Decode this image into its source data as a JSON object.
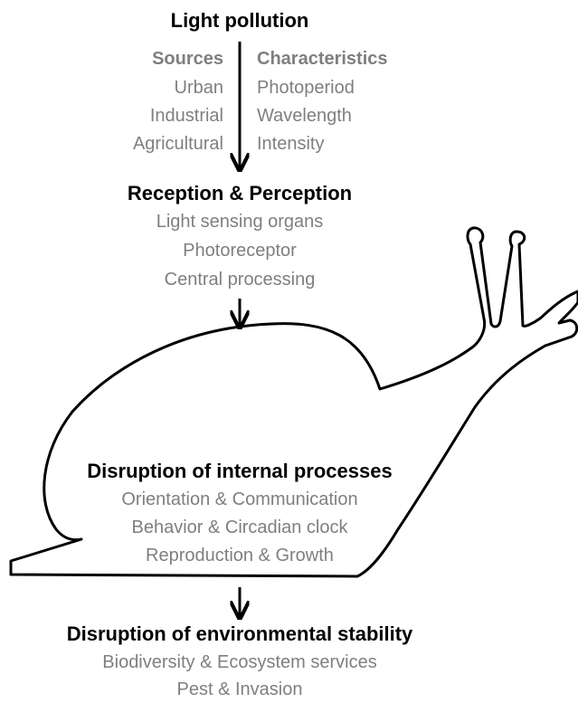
{
  "light_pollution": {
    "title": "Light pollution",
    "sources": {
      "heading": "Sources",
      "items": [
        "Urban",
        "Industrial",
        "Agricultural"
      ]
    },
    "characteristics": {
      "heading": "Characteristics",
      "items": [
        "Photoperiod",
        "Wavelength",
        "Intensity"
      ]
    }
  },
  "reception": {
    "title": "Reception & Perception",
    "items": [
      "Light sensing organs",
      "Photoreceptor",
      "Central processing"
    ]
  },
  "internal": {
    "title": "Disruption of internal processes",
    "items": [
      "Orientation & Communication",
      "Behavior & Circadian clock",
      "Reproduction & Growth"
    ]
  },
  "environmental": {
    "title": "Disruption of environmental stability",
    "items": [
      "Biodiversity & Ecosystem services",
      "Pest & Invasion"
    ]
  }
}
